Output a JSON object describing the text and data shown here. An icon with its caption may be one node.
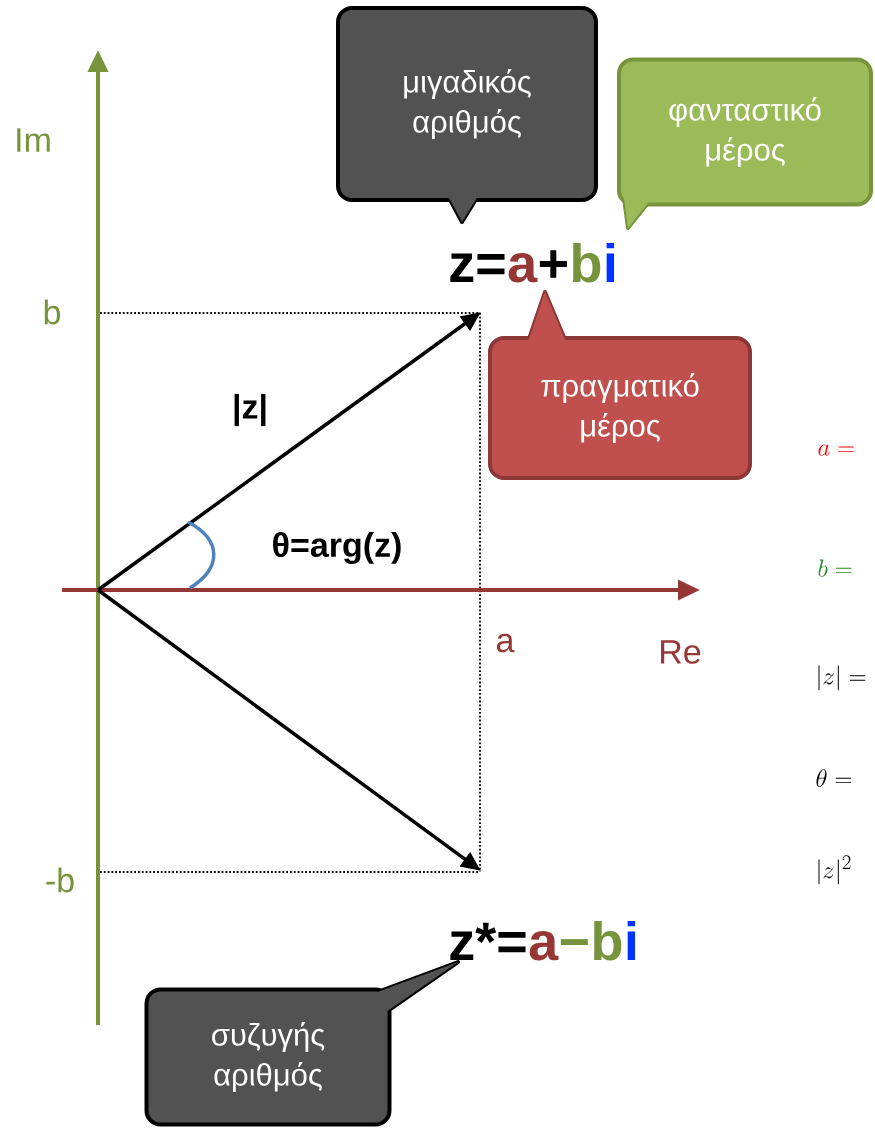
{
  "diagram": {
    "nodes": [
      {
        "text": [
          "μιγαδικός αριθμός"
        ]
      },
      {
        "text": [
          "φανταστικό μέρος"
        ]
      },
      {
        "text": [
          "πραγματικό μέρος"
        ]
      },
      {
        "text": [
          "συζυγής αριθμός"
        ]
      }
    ],
    "labels": [
      "Im",
      "z=",
      "a",
      "+",
      "b",
      "i",
      "b",
      "|z|",
      "a =",
      "θ=arg(z)",
      "b =",
      "a",
      "Re",
      "|z| =",
      "\\theta =",
      "-b",
      "|z|^2",
      "z*=",
      "a",
      "−",
      "b",
      "i"
    ]
  }
}
